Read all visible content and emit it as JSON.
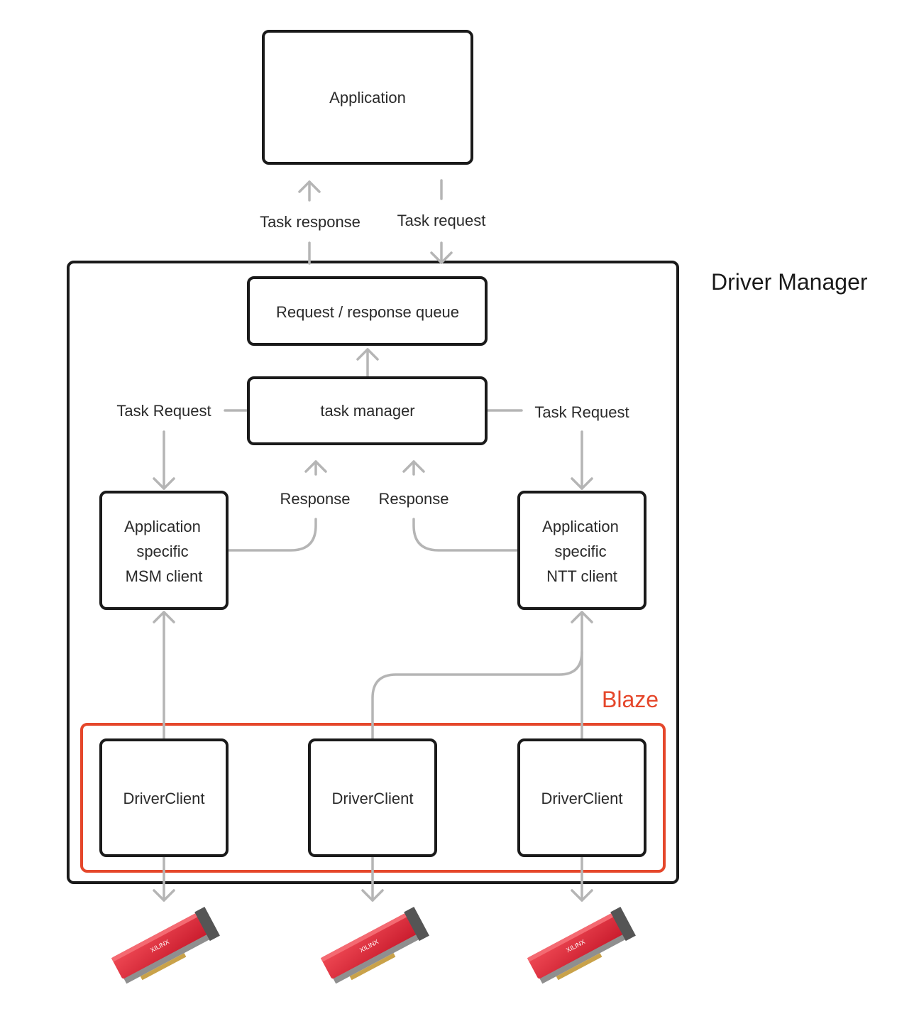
{
  "title": "Driver Manager",
  "blaze_label": "Blaze",
  "boxes": {
    "application": "Application",
    "queue": "Request / response queue",
    "task_manager": "task manager",
    "msm_client": [
      "Application",
      "specific",
      "MSM client"
    ],
    "ntt_client": [
      "Application",
      "specific",
      "NTT client"
    ],
    "driver_client_1": "DriverClient",
    "driver_client_2": "DriverClient",
    "driver_client_3": "DriverClient"
  },
  "edges": {
    "task_response": "Task response",
    "task_request_top": "Task request",
    "task_request_left": "Task Request",
    "task_request_right": "Task Request",
    "response_left": "Response",
    "response_right": "Response"
  },
  "hardware": {
    "brand_text": "XILINX",
    "card_color": "#e0263a",
    "count": 3
  },
  "colors": {
    "box_stroke": "#1a1a1a",
    "connector": "#b5b5b5",
    "blaze_accent": "#e5472b"
  }
}
